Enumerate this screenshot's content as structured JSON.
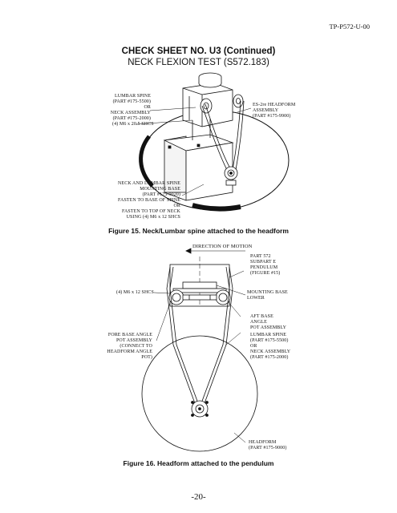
{
  "header": {
    "doc_id": "TP-P572-U-00"
  },
  "title": {
    "line1": "CHECK SHEET NO. U3 (Continued)",
    "line2": "NECK FLEXION TEST (S572.183)"
  },
  "figure15": {
    "labels": {
      "lumbar": "LUMBAR SPINE\n(PART #175-5500)\nOR\nNECK ASSEMBLY\n(PART #175-2000)",
      "shcs": "(4) M6 x 20.5 SHCS",
      "headform": "ES-2re HEADFORM\nASSEMBLY\n(PART #175-9900)",
      "base": "NECK AND LUMBAR SPINE\nMOUNTING BASE\n(PART #175-9020)\nFASTEN TO BASE OF SPINE\nOR\nFASTEN TO TOP OF NECK\nUSING (4) M6 x 12 SHCS"
    },
    "caption": "Figure 15.  Neck/Lumbar spine attached to the headform"
  },
  "figure16": {
    "labels": {
      "direction": "DIRECTION OF MOTION",
      "pendulum": "PART 572\nSUBPART E\nPENDULUM\n(FIGURE #15)",
      "shcs": "(4) M6 x 12 SHCS",
      "mounting": "MOUNTING BASE\nLOWER",
      "aft": "AFT BASE\nANGLE\nPOT ASSEMBLY",
      "fore": "FORE BASE ANGLE\nPOT ASSEMBLY\n(CONNECT TO\nHEADFORM ANGLE\nPOT)",
      "lumbar": "LUMBAR SPINE\n(PART #175-5500)\nOR\nNECK ASSEMBLY\n(PART #175-2000)",
      "headform": "HEADFORM\n(PART #175-9000)"
    },
    "caption": "Figure 16.  Headform attached to the pendulum"
  },
  "footer": {
    "page_number": "-20-"
  }
}
